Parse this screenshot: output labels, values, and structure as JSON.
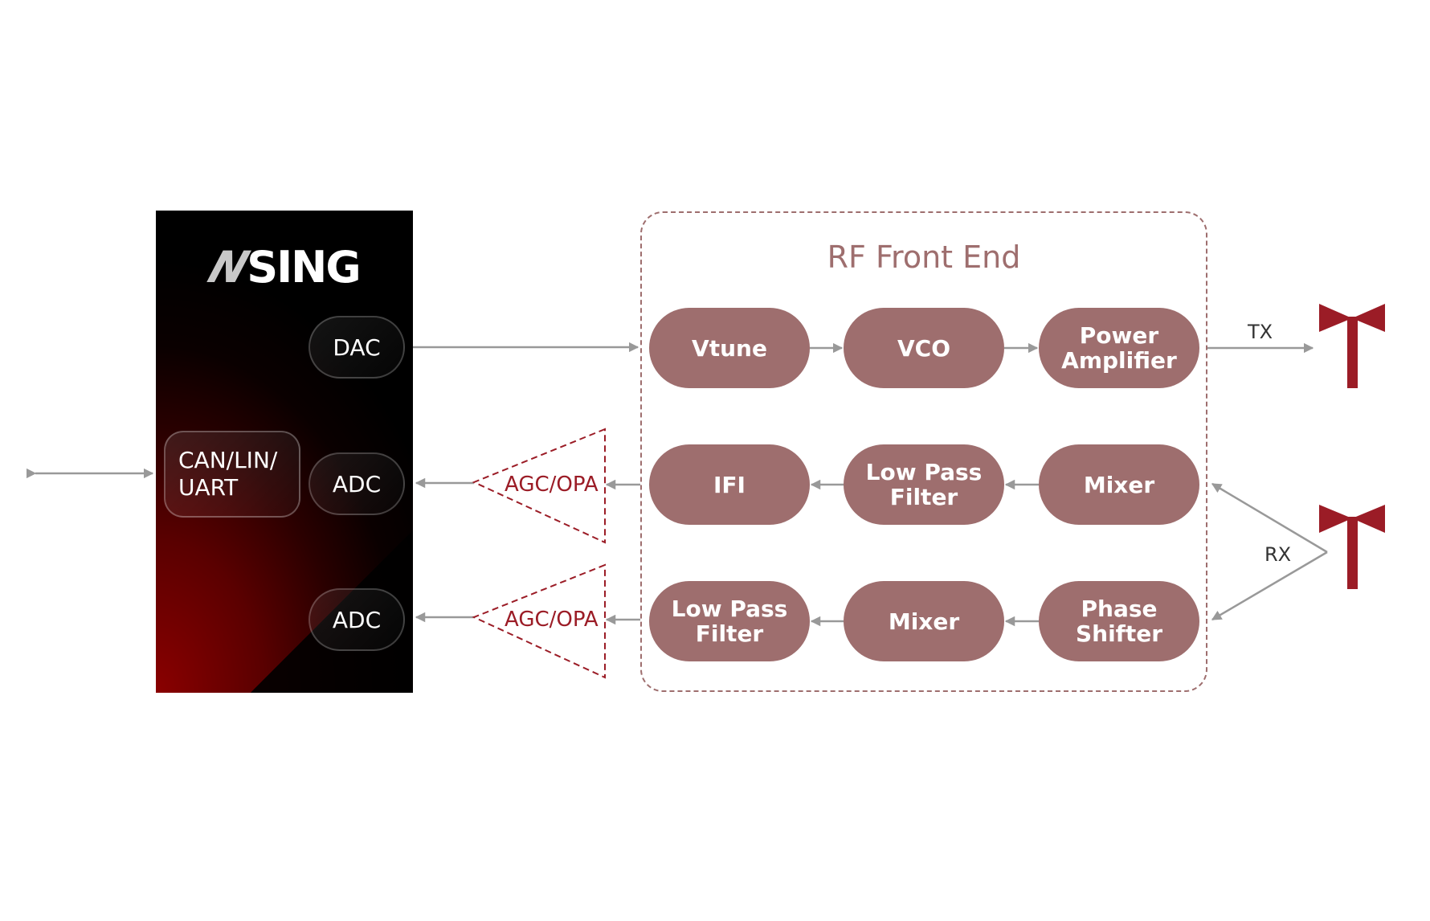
{
  "mcu": {
    "logo_mark": "N",
    "logo_text": "SING",
    "interface_line1": "CAN/LIN/",
    "interface_line2": "UART",
    "dac_label": "DAC",
    "adc1_label": "ADC",
    "adc2_label": "ADC"
  },
  "rf_front_end": {
    "title": "RF Front End",
    "tx_chain": [
      "Vtune",
      "VCO",
      "Power\nAmplifier"
    ],
    "rx_chain_1": [
      "IFI",
      "Low Pass\nFilter",
      "Mixer"
    ],
    "rx_chain_2": [
      "Low Pass\nFilter",
      "Mixer",
      "Phase\nShifter"
    ]
  },
  "amplifiers": {
    "agc1_label": "AGC/OPA",
    "agc2_label": "AGC/OPA"
  },
  "antennas": {
    "tx_label": "TX",
    "rx_label": "RX"
  },
  "colors": {
    "block_fill": "#9e6e6e",
    "accent_red": "#9b1c26",
    "connector_gray": "#999999",
    "label_dark": "#333333"
  }
}
